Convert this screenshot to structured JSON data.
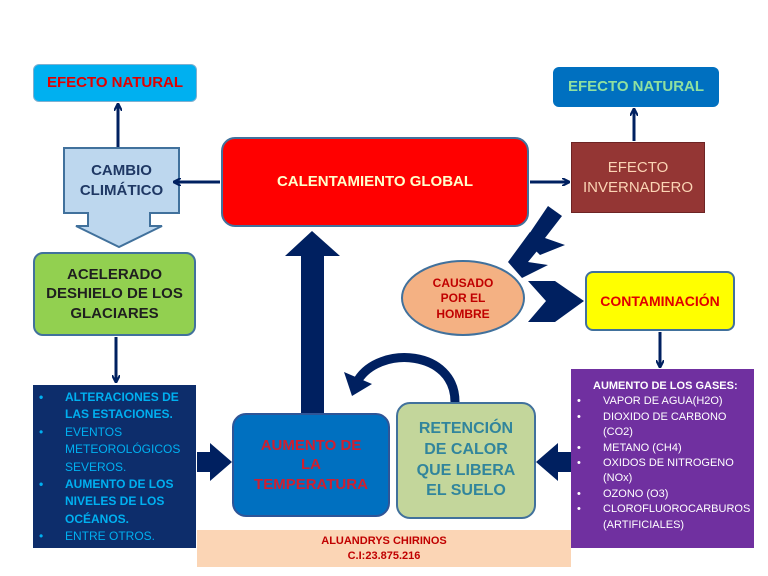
{
  "nodes": {
    "efecto_natural_left": "EFECTO NATURAL",
    "efecto_natural_right": "EFECTO NATURAL",
    "cambio_climatico": [
      "CAMBIO",
      "CLIMÁTICO"
    ],
    "calentamiento_global": "CALENTAMIENTO GLOBAL",
    "efecto_invernadero": [
      "EFECTO",
      "INVERNADERO"
    ],
    "deshielo": [
      "ACELERADO",
      "DESHIELO DE LOS",
      "GLACIARES"
    ],
    "causado": [
      "CAUSADO",
      "POR EL",
      "HOMBRE"
    ],
    "contaminacion": "CONTAMINACIÓN",
    "aumento_temperatura": [
      "AUMENTO DE",
      "LA",
      "TEMPERATURA"
    ],
    "retencion": [
      "RETENCIÓN",
      "DE CALOR",
      "QUE LIBERA",
      "EL SUELO"
    ]
  },
  "effects_list": [
    {
      "text": "ALTERACIONES DE LAS ESTACIONES.",
      "bold": true
    },
    {
      "text": "EVENTOS METEOROLÓGICOS SEVEROS.",
      "bold": false
    },
    {
      "text": "AUMENTO DE LOS NIVELES DE LOS OCÉANOS.",
      "bold": true
    },
    {
      "text": "ENTRE OTROS.",
      "bold": false
    }
  ],
  "gases": {
    "title": "AUMENTO DE LOS GASES:",
    "items": [
      "VAPOR DE AGUA(H2O)",
      "DIOXIDO DE CARBONO (CO2)",
      "METANO (CH4)",
      "OXIDOS DE NITROGENO (NOx)",
      "OZONO (O3)",
      "CLOROFLUOROCARBUROS (ARTIFICIALES)"
    ]
  },
  "author": {
    "name": "ALUANDRYS CHIRINOS",
    "id": "C.I:23.875.216"
  },
  "colors": {
    "arrow": "#002060",
    "red": "#ff0000",
    "cyan": "#00b0f0",
    "blue": "#0070c0",
    "green": "#92d050",
    "yellow": "#ffff00",
    "purple": "#7030a0",
    "navy": "#0d2d6b"
  }
}
